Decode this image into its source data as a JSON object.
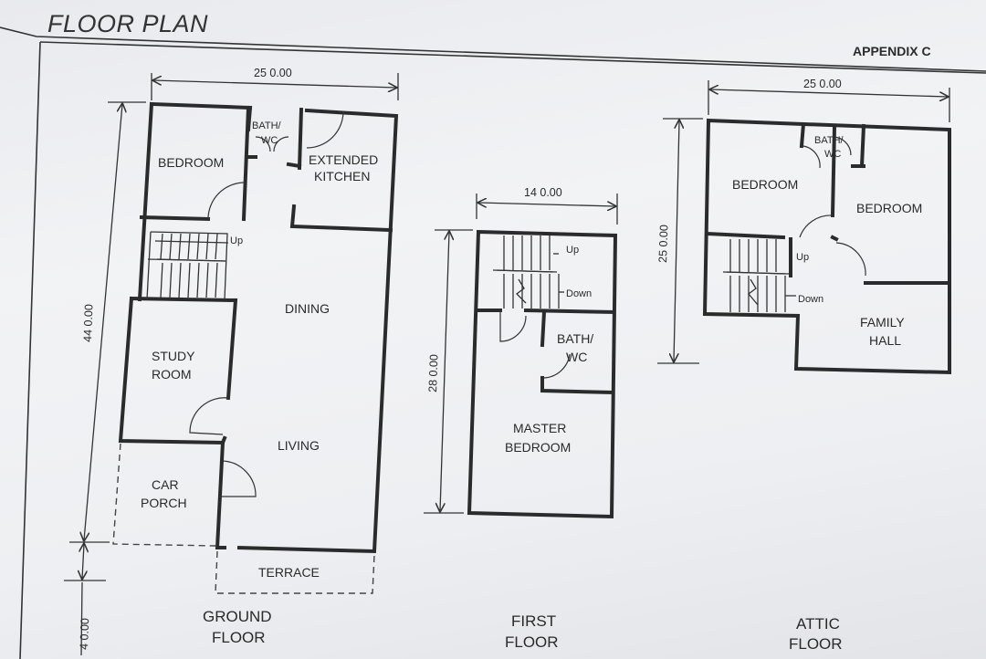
{
  "header": {
    "title": "FLOOR PLAN",
    "appendix": "APPENDIX C"
  },
  "ground_floor": {
    "caption_line1": "GROUND",
    "caption_line2": "FLOOR",
    "dim_width": "25 0.00",
    "dim_length": "44 0.00",
    "dim_terrace": "4 0.00",
    "rooms": {
      "bedroom": "BEDROOM",
      "bath1": "BATH/",
      "bath2": "WC",
      "kitchen1": "EXTENDED",
      "kitchen2": "KITCHEN",
      "up": "Up",
      "dining": "DINING",
      "study1": "STUDY",
      "study2": "ROOM",
      "living": "LIVING",
      "car1": "CAR",
      "car2": "PORCH",
      "terrace": "TERRACE"
    }
  },
  "first_floor": {
    "caption_line1": "FIRST",
    "caption_line2": "FLOOR",
    "dim_width": "14 0.00",
    "dim_length": "28 0.00",
    "rooms": {
      "up": "Up",
      "down": "Down",
      "bath1": "BATH/",
      "bath2": "WC",
      "master1": "MASTER",
      "master2": "BEDROOM"
    }
  },
  "attic_floor": {
    "caption_line1": "ATTIC",
    "caption_line2": "FLOOR",
    "dim_width": "25 0.00",
    "dim_length": "25 0.00",
    "rooms": {
      "bath1": "BATH/",
      "bath2": "WC",
      "bedroom_left": "BEDROOM",
      "bedroom_right": "BEDROOM",
      "up": "Up",
      "down": "Down",
      "family1": "FAMILY",
      "family2": "HALL"
    }
  }
}
